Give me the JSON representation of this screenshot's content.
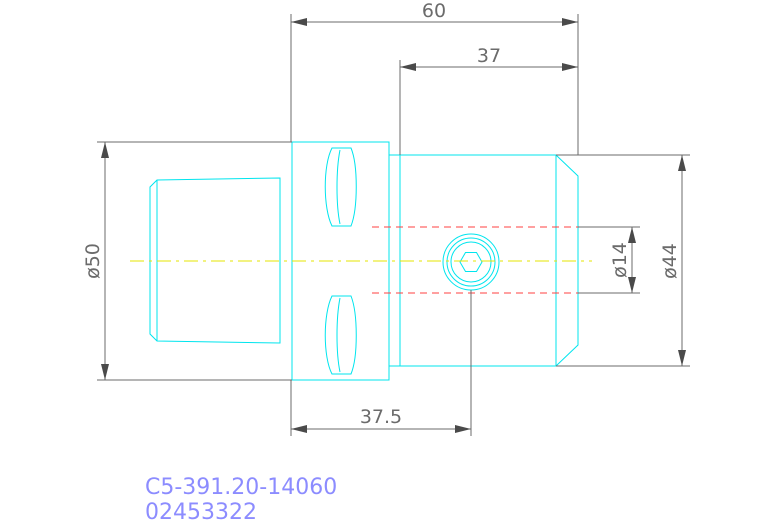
{
  "dimensions": {
    "overall_length": "60",
    "body_length": "37",
    "hole_position": "37.5",
    "flange_diameter": "ø50",
    "body_diameter": "ø44",
    "bore_diameter": "ø14"
  },
  "part_info": {
    "part_number": "C5-391.20-14060",
    "order_code": "02453322"
  },
  "colors": {
    "outline": "#00e5ee",
    "dimension": "#6b6b6b",
    "centerline": "#e6e600",
    "hidden_line": "#ff4040",
    "label": "#8c8cff"
  }
}
